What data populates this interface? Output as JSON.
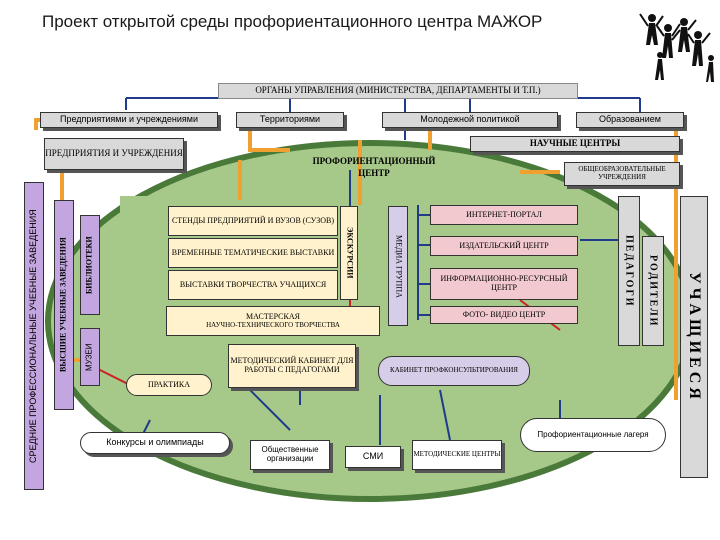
{
  "title": "Проект открытой среды профориентационного центра МАЖОР",
  "colors": {
    "green_fill": "#a6c98a",
    "green_border": "#4a7a3a",
    "box_gray": "#d9d9d9",
    "box_purple": "#c3a6e0",
    "box_lavender": "#d6cde8",
    "box_pink": "#f2c9cf",
    "box_cream": "#fff2cc",
    "arrow_orange": "#f0a030",
    "arrow_blue": "#1f3b8a",
    "arrow_red": "#cc2222"
  },
  "governance": "ОРГАНЫ   УПРАВЛЕНИЯ (МИНИСТЕРСТВА, ДЕПАРТАМЕНТЫ И Т.П.)",
  "top_boxes": {
    "enterprises": "Предприятиями и учреждениями",
    "territories": "Территориями",
    "youth": "Молодежной политикой",
    "education": "Образованием"
  },
  "enterprises_org": "ПРЕДПРИЯТИЯ И  УЧРЕЖДЕНИЯ",
  "science_centers": "НАУЧНЫЕ  ЦЕНТРЫ",
  "center": "ПРОФОРИЕНТАЦИОННЫЙ ЦЕНТР",
  "schools": "ОБЩЕОБРАЗОВАТЕЛЬНЫЕ УЧРЕЖДЕНИЯ",
  "left_vertical": "СРЕДНИЕ  ПРОФЕССИОНАЛЬНЫЕ  УЧЕБНЫЕ  ЗАВЕДЕНИЯ",
  "higher_ed": "ВЫСШИЕ УЧЕБНЫЕ ЗАВЕДЕНИЯ",
  "libraries": "БИБЛИОТЕКИ",
  "museums": "МУЗЕИ",
  "stands": "СТЕНДЫ  ПРЕДПРИЯТИЙ И  ВУЗОВ (СУЗОВ)",
  "exhibitions_temp": "ВРЕМЕННЫЕ  ТЕМАТИЧЕСКИЕ ВЫСТАВКИ",
  "exhibitions_creative": "ВЫСТАВКИ  ТВОРЧЕСТВА УЧАЩИХСЯ",
  "excursions": "ЭКСКУРСИИ",
  "media_group": "МЕДИА  ГРУППА",
  "internet_portal": "ИНТЕРНЕТ-ПОРТАЛ",
  "publishing": "ИЗДАТЕЛЬСКИЙ ЦЕНТР",
  "info_center": "ИНФОРМАЦИОННО-РЕСУРСНЫЙ ЦЕНТР",
  "photo_video": "ФОТО- ВИДЕО ЦЕНТР",
  "workshop": "МАСТЕРСКАЯ",
  "workshop_sub": "НАУЧНО-ТЕХНИЧЕСКОГО ТВОРЧЕСТВА",
  "practice": "ПРАКТИКА",
  "method_office": "МЕТОДИЧЕСКИЙ КАБИНЕТ ДЛЯ РАБОТЫ С ПЕДАГОГАМИ",
  "consult_office": "КАБИНЕТ ПРОФКОНСУЛЬТИРОВАНИЯ",
  "contests": "Конкурсы и олимпиады",
  "public_orgs": "Общественные организации",
  "smi": "СМИ",
  "method_centers": "МЕТОДИЧЕСКИЕ ЦЕНТРЫ",
  "camps": "Профориентационные лагеря",
  "teachers": "ПЕДАГОГИ",
  "parents": "РОДИТЕЛИ",
  "students": "УЧАЩИЕСЯ"
}
